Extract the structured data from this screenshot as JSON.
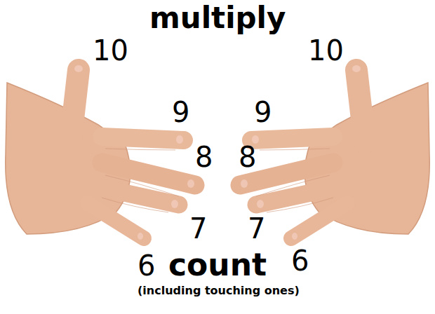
{
  "diagram": {
    "title": "multiply",
    "caption": "(including touching ones)",
    "labels": [
      "10",
      "9",
      "8",
      "7",
      "6",
      "10",
      "9",
      "8",
      "7",
      "6",
      "count"
    ]
  }
}
